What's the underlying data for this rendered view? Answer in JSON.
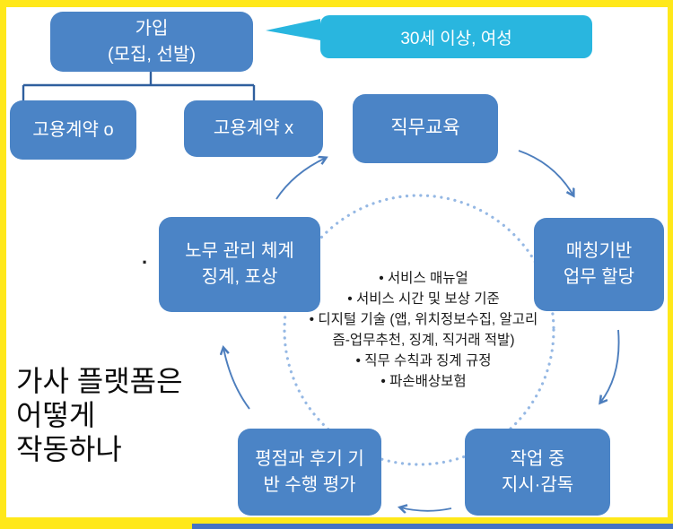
{
  "page_title": "가사 플랫폼은 어떻게 작동하나",
  "title_lines": [
    "가사 플랫폼은",
    "어떻게",
    "작동하나"
  ],
  "callout": {
    "label": "30세 이상, 여성"
  },
  "tree": {
    "root_line1": "가입",
    "root_line2": "(모집, 선발)",
    "child_left": "고용계약 o",
    "child_right": "고용계약 x"
  },
  "cycle": {
    "job_training": "직무교육",
    "matching_line1": "매칭기반",
    "matching_line2": "업무 할당",
    "supervision_line1": "작업 중",
    "supervision_line2": "지시·감독",
    "evaluation_line1": "평점과 후기 기",
    "evaluation_line2": "반 수행 평가",
    "labor_line1": "노무 관리 체계",
    "labor_line2": "징계, 포상"
  },
  "center_list": {
    "items": [
      "• 서비스 매뉴얼",
      "• 서비스 시간 및 보상 기준",
      "• 디지털 기술 (앱, 위치정보수집, 알고리즘-업무추천, 징계, 직거래 적발)",
      "• 직무 수칙과 징계 규정",
      "• 파손배상보험"
    ]
  },
  "stray_mark": ".",
  "colors": {
    "frame_yellow": "#FFE81A",
    "box_blue": "#4B84C6",
    "callout_cyan": "#29B6DF",
    "arrow_blue": "#4D7EBD",
    "dotted_circle": "#95B8E4",
    "connector_blue": "#2F5F9E",
    "bottom_strip_blue": "#4472C4"
  }
}
